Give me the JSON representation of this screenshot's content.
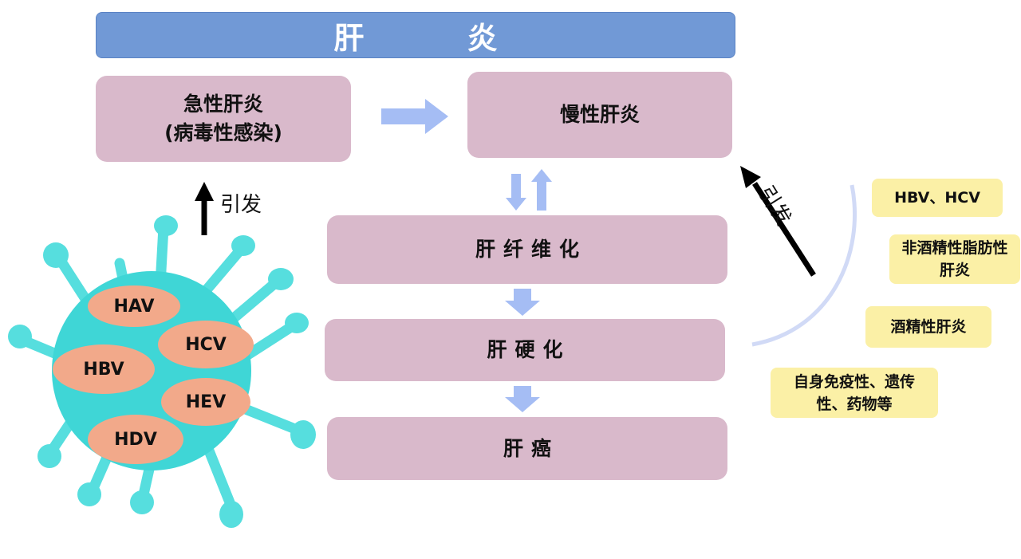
{
  "title": "肝 炎",
  "acute": {
    "line1": "急性肝炎",
    "line2": "(病毒性感染)"
  },
  "chronic": "慢性肝炎",
  "fibrosis": "肝纤维化",
  "cirrhosis": "肝硬化",
  "cancer": "肝癌",
  "trigger_label_left": "引发",
  "trigger_label_right": "引发",
  "viruses": [
    "HAV",
    "HCV",
    "HBV",
    "HEV",
    "HDV"
  ],
  "causes": [
    "HBV、HCV",
    "非酒精性脂肪性肝炎",
    "酒精性肝炎",
    "自身免疫性、遗传性、药物等"
  ],
  "colors": {
    "title_bg": "#7199d6",
    "box_bg": "#d9b9cb",
    "note_bg": "#fbf0a6",
    "arrow": "#a5bdf4",
    "virus_body": "#3fd6d6",
    "virus_label": "#f2a98a"
  }
}
